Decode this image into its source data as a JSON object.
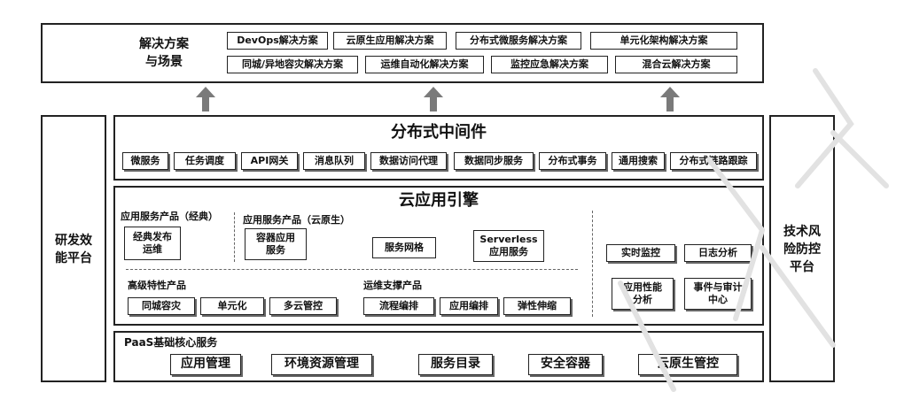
{
  "solutions": {
    "title": "解决方案\n与场景",
    "items": [
      "DevOps解决方案",
      "云原生应用解决方案",
      "分布式微服务解决方案",
      "单元化架构解决方案",
      "同城/异地容灾解决方案",
      "运维自动化解决方案",
      "监控应急解决方案",
      "混合云解决方案"
    ]
  },
  "left_platform": "研发效\n能平台",
  "right_platform": "技术风\n险防控\n平台",
  "middleware": {
    "title": "分布式中间件",
    "items": [
      "微服务",
      "任务调度",
      "API网关",
      "消息队列",
      "数据访问代理",
      "数据同步服务",
      "分布式事务",
      "通用搜索",
      "分布式链路跟踪"
    ]
  },
  "engine": {
    "title": "云应用引擎",
    "classic_label": "应用服务产品（经典）",
    "classic_item": "经典发布\n运维",
    "cloudnative_label": "应用服务产品（云原生）",
    "cloudnative_items": [
      "容器应用\n服务",
      "服务网格",
      "Serverless\n应用服务"
    ],
    "advanced_label": "高级特性产品",
    "advanced_items": [
      "同城容灾",
      "单元化",
      "多云管控"
    ],
    "ops_label": "运维支撑产品",
    "ops_items": [
      "流程编排",
      "应用编排",
      "弹性伸缩"
    ],
    "monitor_items": [
      "实时监控",
      "日志分析",
      "应用性能\n分析",
      "事件与审计\n中心"
    ]
  },
  "paas": {
    "title": "PaaS基础核心服务",
    "items": [
      "应用管理",
      "环境资源管理",
      "服务目录",
      "安全容器",
      "云原生管控"
    ]
  }
}
